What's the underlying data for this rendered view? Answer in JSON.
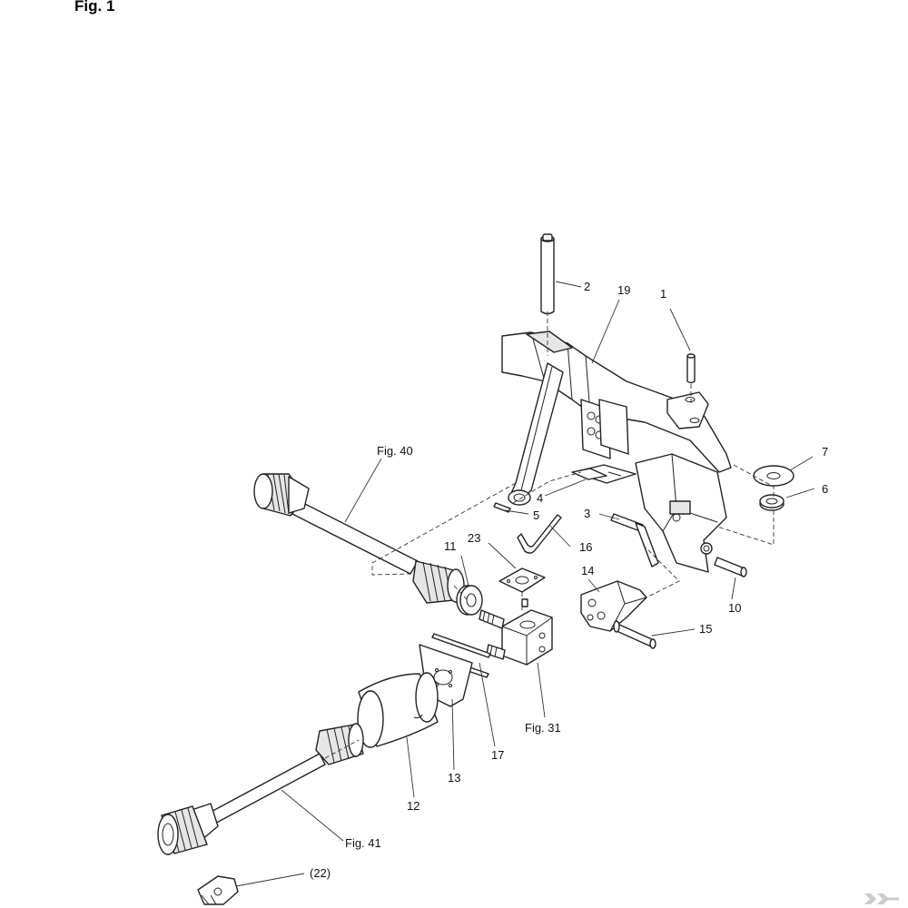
{
  "title": "Fig. 1",
  "callouts": {
    "c1": "1",
    "c2": "2",
    "c3": "3",
    "c4": "4",
    "c5": "5",
    "c6": "6",
    "c7": "7",
    "c10": "10",
    "c11": "11",
    "c12": "12",
    "c13": "13",
    "c14": "14",
    "c15": "15",
    "c16": "16",
    "c17": "17",
    "c19": "19",
    "c22": "(22)",
    "c23": "23",
    "fig40": "Fig. 40",
    "fig31": "Fig. 31",
    "fig41": "Fig. 41"
  },
  "icons": {
    "logo": "k-logo-icon"
  },
  "colors": {
    "line": "#222222",
    "shade": "#e6e6e6",
    "logo": "#cccccc"
  }
}
